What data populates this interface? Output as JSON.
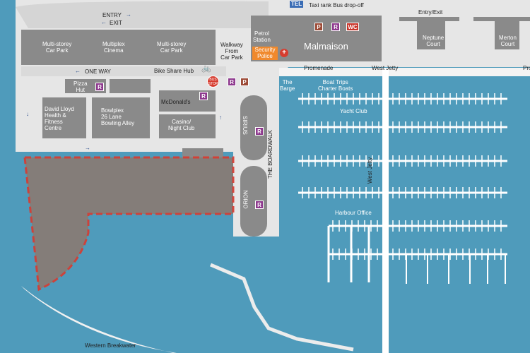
{
  "roads": {
    "entry": "ENTRY",
    "exit": "EXIT",
    "one_way": "ONE WAY",
    "entry_exit": "Entry/Exit",
    "taxi": "Taxi rank Bus drop-off",
    "tel": "TEL"
  },
  "buildings": {
    "car_park_1": "Multi-storey\nCar Park",
    "multiplex": "Multiplex\nCinema",
    "car_park_2": "Multi-storey\nCar Park",
    "pizza_hut": "Pizza\nHut",
    "mcdonalds": "McDonald's",
    "david_lloyd": "David Lloyd\nHealth &\nFitness\nCentre",
    "bowlplex": "Bowlplex\n26 Lane\nBowling Alley",
    "casino": "Casino/\nNight Club",
    "petrol_station": "Petrol\nStation",
    "malmaison": "Malmaison",
    "neptune_court": "Neptune\nCourt",
    "merton_court": "Merton\nCourt",
    "sirius": "SIRIUS",
    "orion": "ORION"
  },
  "places": {
    "bike_share_hub": "Bike Share Hub",
    "walkway": "Walkway\nFrom\nCar Park",
    "security_police": "Security\nPolice",
    "promenade": "Promenade",
    "promenade_cut": "Pro",
    "west_jetty_top": "West Jetty",
    "west_jetty_vertical": "West Jetty",
    "the_barge": "The\nBarge",
    "boat_trips": "Boat Trips\nCharter Boats",
    "yacht_club": "Yacht Club",
    "harbour_office": "Harbour Office",
    "the_boardwalk": "THE BOARDWALK",
    "western_breakwater": "Western Breakwater",
    "bus_stop": "BUS\nSTOP"
  },
  "markers": {
    "r": "R",
    "p": "P",
    "wc": "WC",
    "first_aid": "+"
  },
  "colors": {
    "sea": "#4f9bbb",
    "land": "#e6e6e6",
    "building": "#8a8a8a",
    "jetty": "#ffffff",
    "highlight_zone": "#8a7a72",
    "highlight_border": "#d93a2f",
    "parking_r": "#8e3a8e",
    "parking_p": "#9c4a36",
    "wc": "#c9352b",
    "security": "#f0892c"
  }
}
